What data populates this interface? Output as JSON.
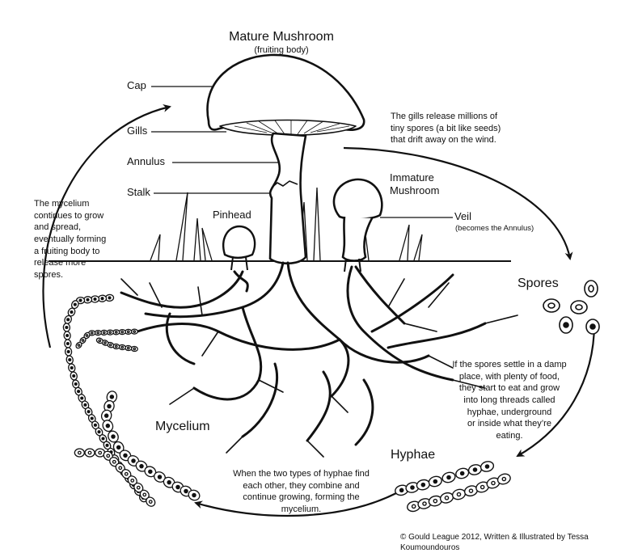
{
  "title": {
    "main": "Mature Mushroom",
    "sub": "(fruiting body)"
  },
  "mature_parts": [
    {
      "id": "cap",
      "label": "Cap"
    },
    {
      "id": "gills",
      "label": "Gills"
    },
    {
      "id": "annulus",
      "label": "Annulus"
    },
    {
      "id": "stalk",
      "label": "Stalk"
    }
  ],
  "pinhead": {
    "label": "Pinhead"
  },
  "immature": {
    "label": "Immature\nMushroom",
    "veil_label": "Veil",
    "veil_note": "(becomes the Annulus)"
  },
  "stages": {
    "spores": "Spores",
    "hyphae": "Hyphae",
    "mycelium": "Mycelium"
  },
  "descriptions": {
    "gills_release": "The gills release millions of\ntiny spores (a bit like seeds)\nthat drift away on the wind.",
    "spores_settle": "If the spores settle in a damp\nplace, with plenty of  food,\nthey start to eat and grow\ninto long threads called\nhyphae, underground\nor inside what they’re\neating.",
    "hyphae_combine": "When the two types of hyphae find\neach other, they combine and\ncontinue growing, forming the\nmycelium.",
    "mycelium_grows": "The mycelium\ncontinues to grow\nand spread,\neventually forming\na fruiting body to\nrelease more\nspores."
  },
  "credit": "© Gould League 2012, Written & Illustrated by Tessa Koumoundouros",
  "colors": {
    "ink": "#111111",
    "background": "#ffffff"
  }
}
